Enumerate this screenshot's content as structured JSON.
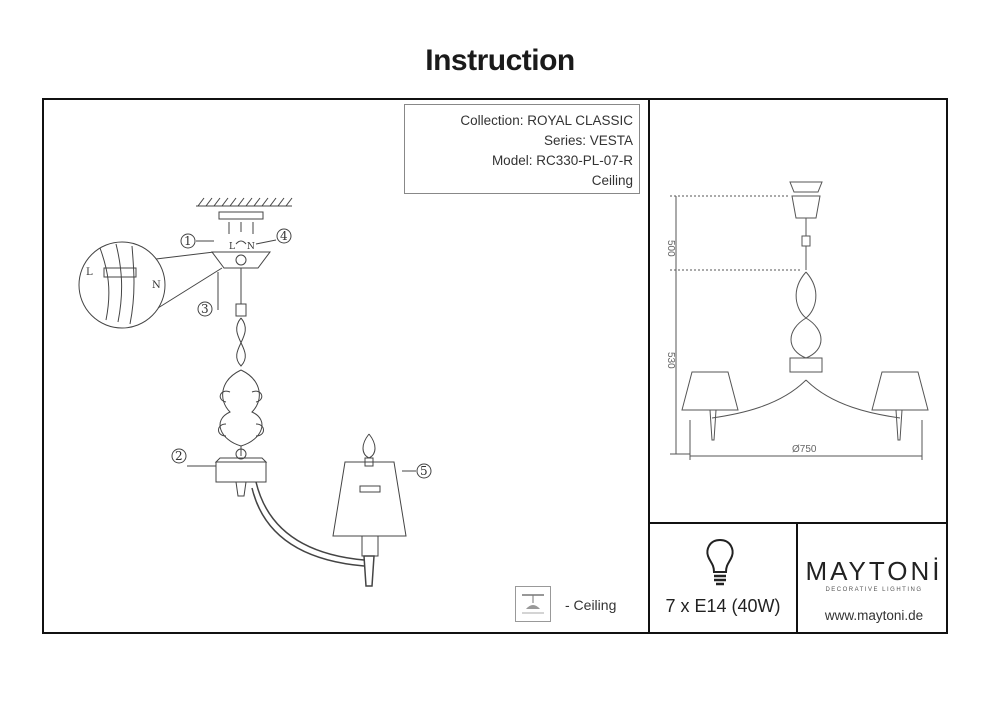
{
  "title": "Instruction",
  "info": {
    "collection": "Collection: ROYAL CLASSIC",
    "series": "Series: VESTA",
    "model": "Model: RC330-PL-07-R",
    "mount": "Ceiling"
  },
  "diagram_labels": {
    "step1": "1",
    "step2": "2",
    "step3": "3",
    "step4": "4",
    "step5": "5",
    "wire_l": "L",
    "wire_n": "N",
    "wire_l_detail": "L",
    "wire_n_detail": "N"
  },
  "dimensions": {
    "top_height": "500",
    "body_height": "530",
    "diameter": "Ø750"
  },
  "legend": {
    "text": "- Ceiling",
    "icon": "ceiling-mount-icon"
  },
  "bulb": {
    "spec": "7 x E14 (40W)",
    "icon": "lightbulb-icon"
  },
  "brand": {
    "name": "MAYTONİ",
    "tagline": "DECORATIVE LIGHTING",
    "website": "www.maytoni.de"
  }
}
